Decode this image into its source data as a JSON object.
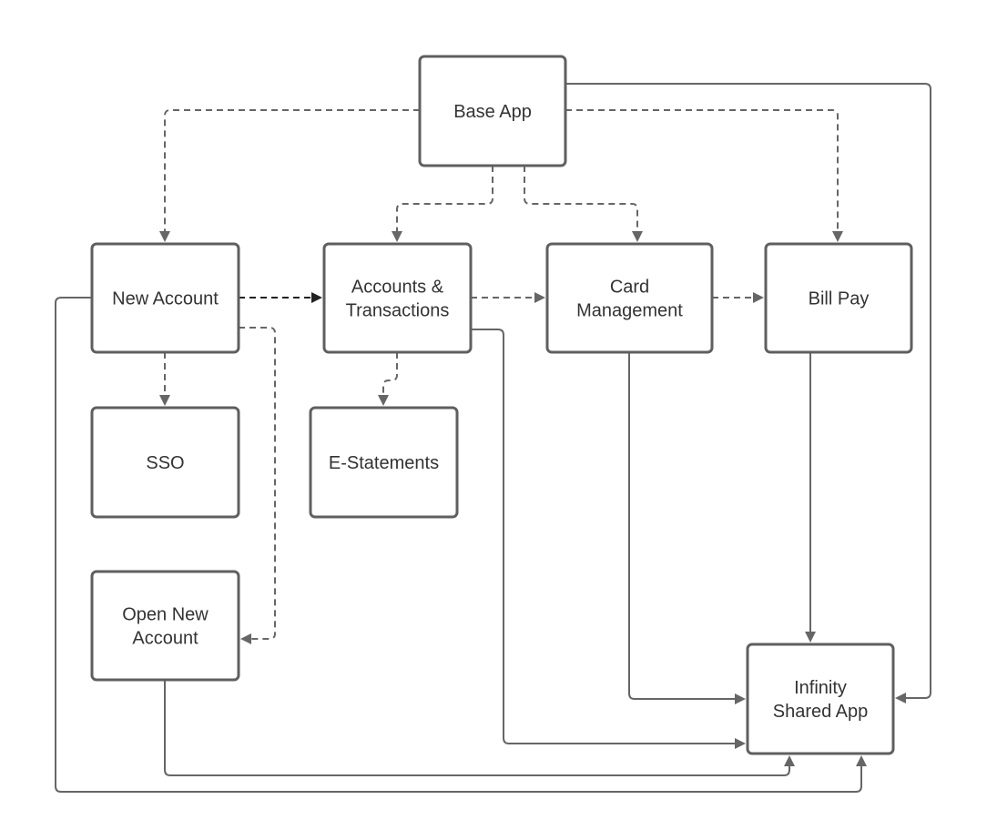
{
  "diagram": {
    "nodes": [
      {
        "id": "base-app",
        "lines": [
          "Base App"
        ]
      },
      {
        "id": "new-account",
        "lines": [
          "New Account"
        ]
      },
      {
        "id": "accounts-transactions",
        "lines": [
          "Accounts &",
          "Transactions"
        ]
      },
      {
        "id": "card-management",
        "lines": [
          "Card",
          "Management"
        ]
      },
      {
        "id": "bill-pay",
        "lines": [
          "Bill Pay"
        ]
      },
      {
        "id": "sso",
        "lines": [
          "SSO"
        ]
      },
      {
        "id": "e-statements",
        "lines": [
          "E-Statements"
        ]
      },
      {
        "id": "open-new-account",
        "lines": [
          "Open New",
          "Account"
        ]
      },
      {
        "id": "infinity-shared-app",
        "lines": [
          "Infinity",
          "Shared App"
        ]
      }
    ],
    "edges": [
      {
        "id": "base-app-to-new-account",
        "from": "base-app",
        "to": "new-account",
        "style": "dashed"
      },
      {
        "id": "base-app-to-accounts-transactions",
        "from": "base-app",
        "to": "accounts-transactions",
        "style": "dashed"
      },
      {
        "id": "base-app-to-card-management",
        "from": "base-app",
        "to": "card-management",
        "style": "dashed"
      },
      {
        "id": "base-app-to-bill-pay",
        "from": "base-app",
        "to": "bill-pay",
        "style": "dashed"
      },
      {
        "id": "base-app-to-infinity-shared-app",
        "from": "base-app",
        "to": "infinity-shared-app",
        "style": "solid"
      },
      {
        "id": "new-account-to-accounts-transactions",
        "from": "new-account",
        "to": "accounts-transactions",
        "style": "dashed-dark"
      },
      {
        "id": "new-account-to-sso",
        "from": "new-account",
        "to": "sso",
        "style": "dashed"
      },
      {
        "id": "new-account-to-open-new-account",
        "from": "new-account",
        "to": "open-new-account",
        "style": "dashed"
      },
      {
        "id": "new-account-to-infinity-shared-app",
        "from": "new-account",
        "to": "infinity-shared-app",
        "style": "solid"
      },
      {
        "id": "accounts-transactions-to-card-management",
        "from": "accounts-transactions",
        "to": "card-management",
        "style": "dashed"
      },
      {
        "id": "accounts-transactions-to-e-statements",
        "from": "accounts-transactions",
        "to": "e-statements",
        "style": "dashed"
      },
      {
        "id": "accounts-transactions-to-infinity-shared-app",
        "from": "accounts-transactions",
        "to": "infinity-shared-app",
        "style": "solid"
      },
      {
        "id": "card-management-to-bill-pay",
        "from": "card-management",
        "to": "bill-pay",
        "style": "dashed"
      },
      {
        "id": "card-management-to-infinity-shared-app",
        "from": "card-management",
        "to": "infinity-shared-app",
        "style": "solid"
      },
      {
        "id": "bill-pay-to-infinity-shared-app",
        "from": "bill-pay",
        "to": "infinity-shared-app",
        "style": "solid"
      },
      {
        "id": "open-new-account-to-infinity-shared-app",
        "from": "open-new-account",
        "to": "infinity-shared-app",
        "style": "solid"
      }
    ],
    "colors": {
      "box_stroke": "#5f5f5f",
      "line": "#666666",
      "line_dark": "#222222",
      "text": "#333333",
      "background": "#ffffff"
    }
  }
}
